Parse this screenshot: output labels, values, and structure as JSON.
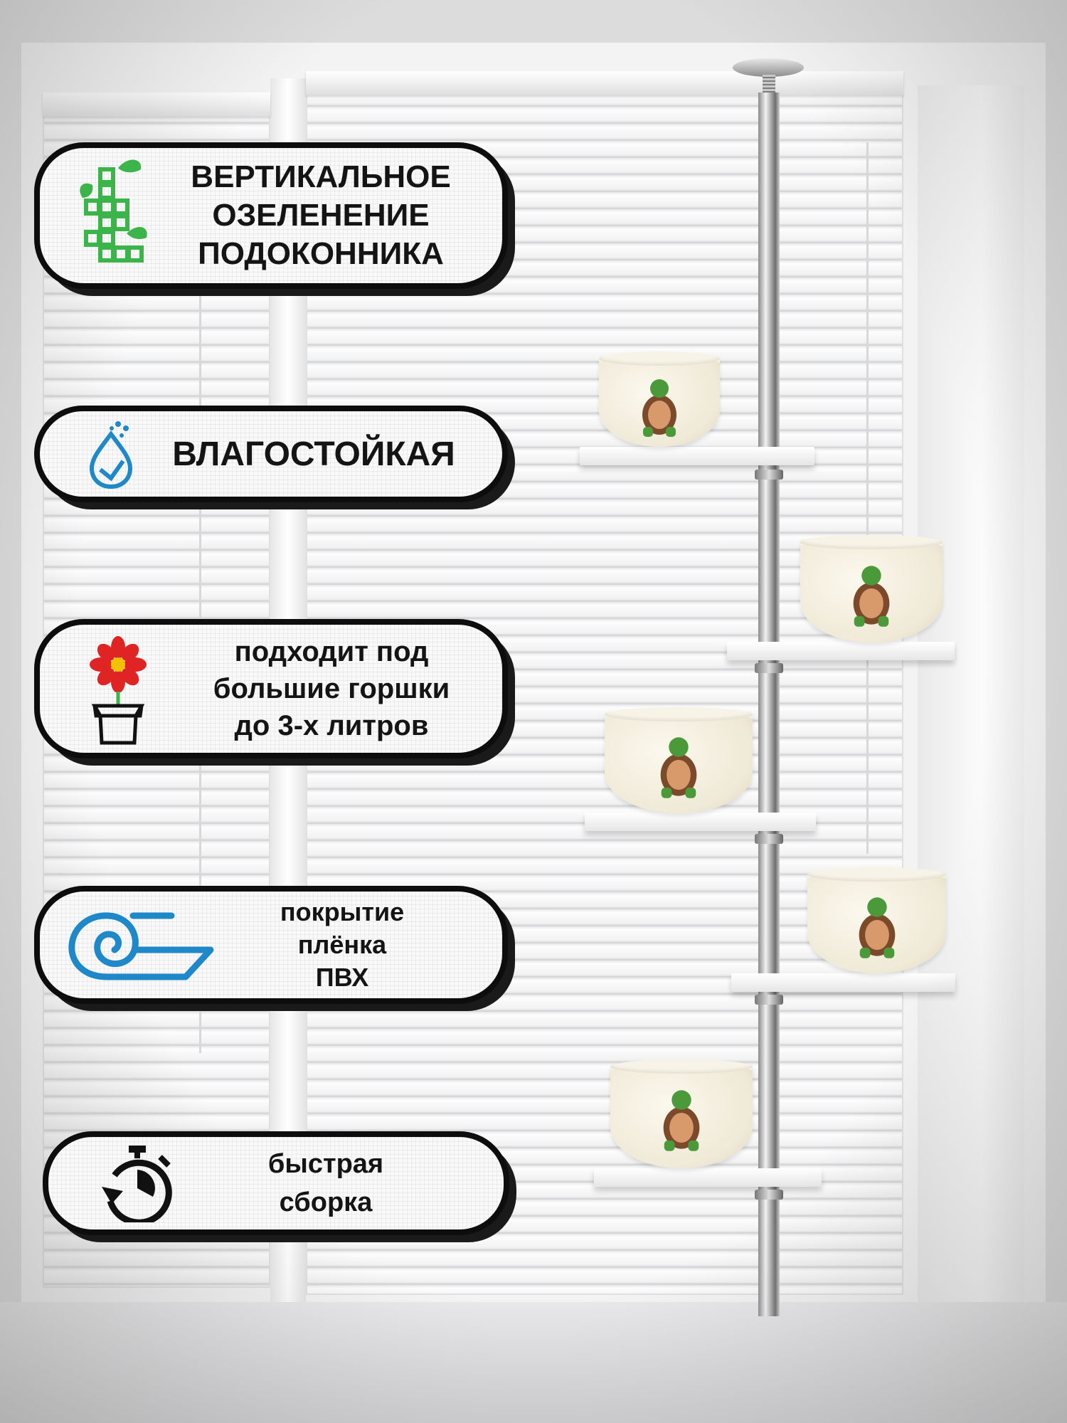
{
  "features": [
    {
      "lines": [
        "ВЕРТИКАЛЬНОЕ",
        "ОЗЕЛЕНЕНИЕ",
        "ПОДОКОННИКА"
      ],
      "icon": "vertical-garden-icon"
    },
    {
      "lines": [
        "ВЛАГОСТОЙКАЯ"
      ],
      "icon": "water-drop-icon"
    },
    {
      "lines": [
        "подходит под",
        "большие горшки",
        "до 3-х литров"
      ],
      "icon": "flower-pot-icon"
    },
    {
      "lines": [
        "покрытие",
        "плёнка",
        "ПВХ"
      ],
      "icon": "film-roll-icon"
    },
    {
      "lines": [
        "быстрая",
        "сборка"
      ],
      "icon": "stopwatch-icon"
    }
  ],
  "colors": {
    "card_border": "#0d0d0d",
    "card_bg": "#f9f9f9",
    "text": "#141414",
    "icon_green": "#3bb44a",
    "icon_blue": "#1e88c9",
    "flower_red": "#e02424"
  }
}
